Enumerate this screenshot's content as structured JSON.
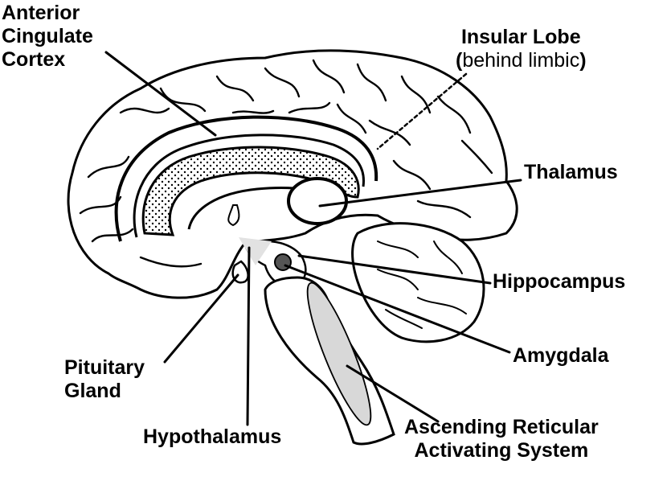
{
  "labels": {
    "anterior_cingulate": [
      "Anterior",
      "Cingulate",
      "Cortex"
    ],
    "insular": {
      "line1": "Insular Lobe",
      "open": "(",
      "note": "behind limbic",
      "close": ")"
    },
    "thalamus": "Thalamus",
    "hippocampus": "Hippocampus",
    "amygdala": "Amygdala",
    "pituitary": [
      "Pituitary",
      "Gland"
    ],
    "hypothalamus": "Hypothalamus",
    "aras": [
      "Ascending Reticular",
      "Activating System"
    ]
  },
  "colors": {
    "ink": "#000000",
    "background": "#ffffff",
    "amygdala_fill": "#555555",
    "reticular_fill": "#d8d8d8",
    "hypothalamus_fill": "#e2e2e2",
    "stippled_band": "#ffffff"
  }
}
